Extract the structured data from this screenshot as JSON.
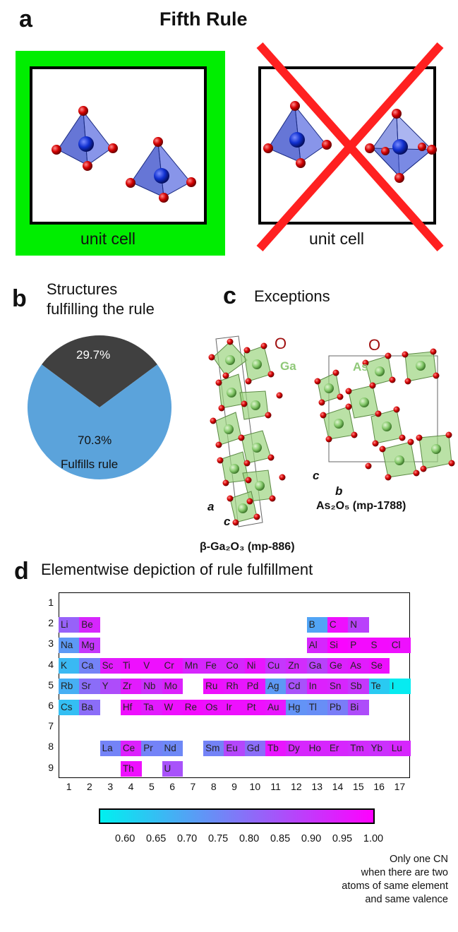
{
  "panel_a": {
    "letter": "a",
    "title": "Fifth Rule",
    "left_label": "unit cell",
    "right_label": "unit cell"
  },
  "panel_b": {
    "letter": "b",
    "title_line1": "Structures",
    "title_line2": "fulfilling the rule"
  },
  "panel_c": {
    "letter": "c",
    "title": "Exceptions",
    "left": {
      "label_O": "O",
      "label_Ga": "Ga",
      "axis_a": "a",
      "axis_c": "c",
      "caption": "β-Ga₂O₃ (mp-886)"
    },
    "right": {
      "label_O": "O",
      "label_As": "As",
      "axis_c": "c",
      "axis_b": "b",
      "caption": "As₂O₅ (mp-1788)"
    }
  },
  "panel_d": {
    "letter": "d",
    "title": "Elementwise depiction of rule fulfillment",
    "note": [
      "Only one CN",
      "when there are two",
      "atoms of same element",
      "and same valence"
    ]
  },
  "colors": {
    "green_box": "#00ee00",
    "cross": "#ff2020",
    "pie_fulfills": "#5ba3db",
    "pie_other": "#404040",
    "cmap_low": "#00f0f0",
    "cmap_high": "#ff00ff"
  },
  "chart_data": [
    {
      "type": "pie",
      "slices": [
        {
          "label": "Fulfills rule",
          "value": 70.3,
          "display": "70.3%",
          "color": "#5ba3db"
        },
        {
          "label": "",
          "value": 29.7,
          "display": "29.7%",
          "color": "#404040"
        }
      ]
    },
    {
      "type": "heatmap",
      "xlabels": [
        "1",
        "2",
        "3",
        "4",
        "5",
        "6",
        "7",
        "8",
        "9",
        "10",
        "11",
        "12",
        "13",
        "14",
        "15",
        "16",
        "17"
      ],
      "ylabels": [
        "1",
        "2",
        "3",
        "4",
        "5",
        "6",
        "7",
        "8",
        "9"
      ],
      "colorbar": {
        "min": 0.56,
        "max": 1.0,
        "ticks": [
          "0.60",
          "0.65",
          "0.70",
          "0.75",
          "0.80",
          "0.85",
          "0.90",
          "0.95",
          "1.00"
        ]
      },
      "cells": [
        {
          "el": "Li",
          "row": 2,
          "col": 1,
          "v": 0.82
        },
        {
          "el": "Be",
          "row": 2,
          "col": 2,
          "v": 0.93
        },
        {
          "el": "B",
          "row": 2,
          "col": 13,
          "v": 0.7
        },
        {
          "el": "C",
          "row": 2,
          "col": 14,
          "v": 0.97
        },
        {
          "el": "N",
          "row": 2,
          "col": 15,
          "v": 0.88
        },
        {
          "el": "Na",
          "row": 3,
          "col": 1,
          "v": 0.72
        },
        {
          "el": "Mg",
          "row": 3,
          "col": 2,
          "v": 0.9
        },
        {
          "el": "Al",
          "row": 3,
          "col": 13,
          "v": 0.93
        },
        {
          "el": "Si",
          "row": 3,
          "col": 14,
          "v": 0.99
        },
        {
          "el": "P",
          "row": 3,
          "col": 15,
          "v": 0.98
        },
        {
          "el": "S",
          "row": 3,
          "col": 16,
          "v": 0.98
        },
        {
          "el": "Cl",
          "row": 3,
          "col": 17,
          "v": 0.97
        },
        {
          "el": "K",
          "row": 4,
          "col": 1,
          "v": 0.66
        },
        {
          "el": "Ca",
          "row": 4,
          "col": 2,
          "v": 0.76
        },
        {
          "el": "Sc",
          "row": 4,
          "col": 3,
          "v": 0.95
        },
        {
          "el": "Ti",
          "row": 4,
          "col": 4,
          "v": 0.97
        },
        {
          "el": "V",
          "row": 4,
          "col": 5,
          "v": 0.97
        },
        {
          "el": "Cr",
          "row": 4,
          "col": 6,
          "v": 0.97
        },
        {
          "el": "Mn",
          "row": 4,
          "col": 7,
          "v": 0.93
        },
        {
          "el": "Fe",
          "row": 4,
          "col": 8,
          "v": 0.93
        },
        {
          "el": "Co",
          "row": 4,
          "col": 9,
          "v": 0.93
        },
        {
          "el": "Ni",
          "row": 4,
          "col": 10,
          "v": 0.96
        },
        {
          "el": "Cu",
          "row": 4,
          "col": 11,
          "v": 0.9
        },
        {
          "el": "Zn",
          "row": 4,
          "col": 12,
          "v": 0.92
        },
        {
          "el": "Ga",
          "row": 4,
          "col": 13,
          "v": 0.88
        },
        {
          "el": "Ge",
          "row": 4,
          "col": 14,
          "v": 0.94
        },
        {
          "el": "As",
          "row": 4,
          "col": 15,
          "v": 0.95
        },
        {
          "el": "Se",
          "row": 4,
          "col": 16,
          "v": 0.97
        },
        {
          "el": "Rb",
          "row": 5,
          "col": 1,
          "v": 0.68
        },
        {
          "el": "Sr",
          "row": 5,
          "col": 2,
          "v": 0.8
        },
        {
          "el": "Y",
          "row": 5,
          "col": 3,
          "v": 0.86
        },
        {
          "el": "Zr",
          "row": 5,
          "col": 4,
          "v": 0.95
        },
        {
          "el": "Nb",
          "row": 5,
          "col": 5,
          "v": 0.91
        },
        {
          "el": "Mo",
          "row": 5,
          "col": 6,
          "v": 0.94
        },
        {
          "el": "Ru",
          "row": 5,
          "col": 8,
          "v": 0.97
        },
        {
          "el": "Rh",
          "row": 5,
          "col": 9,
          "v": 0.96
        },
        {
          "el": "Pd",
          "row": 5,
          "col": 10,
          "v": 0.96
        },
        {
          "el": "Ag",
          "row": 5,
          "col": 11,
          "v": 0.72
        },
        {
          "el": "Cd",
          "row": 5,
          "col": 12,
          "v": 0.85
        },
        {
          "el": "In",
          "row": 5,
          "col": 13,
          "v": 0.94
        },
        {
          "el": "Sn",
          "row": 5,
          "col": 14,
          "v": 0.93
        },
        {
          "el": "Sb",
          "row": 5,
          "col": 15,
          "v": 0.9
        },
        {
          "el": "Te",
          "row": 5,
          "col": 16,
          "v": 0.63
        },
        {
          "el": "I",
          "row": 5,
          "col": 17,
          "v": 0.57
        },
        {
          "el": "Cs",
          "row": 6,
          "col": 1,
          "v": 0.65
        },
        {
          "el": "Ba",
          "row": 6,
          "col": 2,
          "v": 0.8
        },
        {
          "el": "Hf",
          "row": 6,
          "col": 4,
          "v": 0.97
        },
        {
          "el": "Ta",
          "row": 6,
          "col": 5,
          "v": 0.95
        },
        {
          "el": "W",
          "row": 6,
          "col": 6,
          "v": 0.97
        },
        {
          "el": "Re",
          "row": 6,
          "col": 7,
          "v": 0.98
        },
        {
          "el": "Os",
          "row": 6,
          "col": 8,
          "v": 0.97
        },
        {
          "el": "Ir",
          "row": 6,
          "col": 9,
          "v": 0.97
        },
        {
          "el": "Pt",
          "row": 6,
          "col": 10,
          "v": 0.97
        },
        {
          "el": "Au",
          "row": 6,
          "col": 11,
          "v": 0.96
        },
        {
          "el": "Hg",
          "row": 6,
          "col": 12,
          "v": 0.73
        },
        {
          "el": "Tl",
          "row": 6,
          "col": 13,
          "v": 0.74
        },
        {
          "el": "Pb",
          "row": 6,
          "col": 14,
          "v": 0.77
        },
        {
          "el": "Bi",
          "row": 6,
          "col": 15,
          "v": 0.86
        },
        {
          "el": "La",
          "row": 8,
          "col": 3,
          "v": 0.76
        },
        {
          "el": "Ce",
          "row": 8,
          "col": 4,
          "v": 0.94
        },
        {
          "el": "Pr",
          "row": 8,
          "col": 5,
          "v": 0.76
        },
        {
          "el": "Nd",
          "row": 8,
          "col": 6,
          "v": 0.75
        },
        {
          "el": "Sm",
          "row": 8,
          "col": 8,
          "v": 0.76
        },
        {
          "el": "Eu",
          "row": 8,
          "col": 9,
          "v": 0.87
        },
        {
          "el": "Gd",
          "row": 8,
          "col": 10,
          "v": 0.8
        },
        {
          "el": "Tb",
          "row": 8,
          "col": 11,
          "v": 0.96
        },
        {
          "el": "Dy",
          "row": 8,
          "col": 12,
          "v": 0.93
        },
        {
          "el": "Ho",
          "row": 8,
          "col": 13,
          "v": 0.93
        },
        {
          "el": "Er",
          "row": 8,
          "col": 14,
          "v": 0.93
        },
        {
          "el": "Tm",
          "row": 8,
          "col": 15,
          "v": 0.92
        },
        {
          "el": "Yb",
          "row": 8,
          "col": 16,
          "v": 0.91
        },
        {
          "el": "Lu",
          "row": 8,
          "col": 17,
          "v": 0.93
        },
        {
          "el": "Th",
          "row": 9,
          "col": 4,
          "v": 0.97
        },
        {
          "el": "U",
          "row": 9,
          "col": 6,
          "v": 0.85
        }
      ]
    }
  ]
}
